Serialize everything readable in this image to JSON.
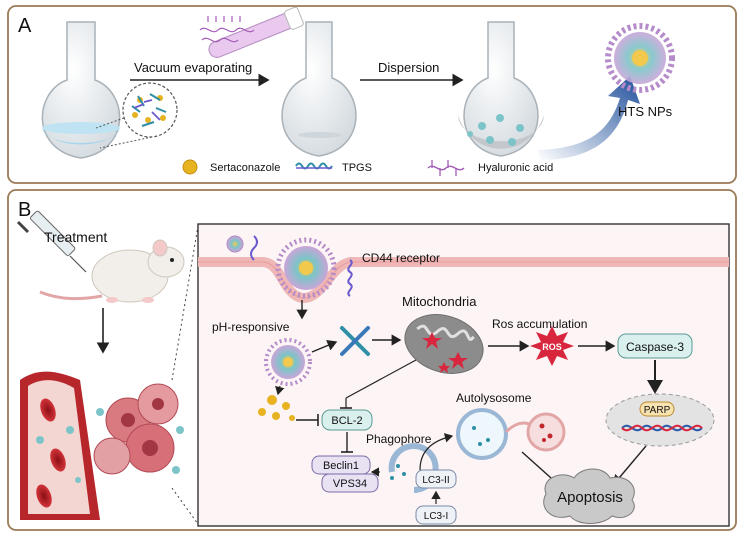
{
  "panel_a": {
    "letter": "A",
    "step1_label": "Vacuum evaporating",
    "step2_label": "Dispersion",
    "product_label": "HTS NPs",
    "legend": {
      "item1": "Sertaconazole",
      "item2": "TPGS",
      "item3": "Hyaluronic acid"
    }
  },
  "panel_b": {
    "letter": "B",
    "treatment_label": "Treatment",
    "cd44_label": "CD44 receptor",
    "ph_label": "pH-responsive",
    "mito_label": "Mitochondria",
    "ros_acc_label": "Ros accumulation",
    "ros_badge": "ROS",
    "caspase_label": "Caspase-3",
    "parp_label": "PARP",
    "bcl2_label": "BCL-2",
    "autolysosome_label": "Autolysosome",
    "phagophore_label": "Phagophore",
    "beclin_label": "Beclin1",
    "vps_label": "VPS34",
    "lc3ii_label": "LC3-II",
    "lc3i_label": "LC3-I",
    "apoptosis_label": "Apoptosis"
  },
  "colors": {
    "frame": "#9b7a55",
    "membrane": "#f2b8b8",
    "cell_bg": "#fdf3f3",
    "mito": "#9a9a9a",
    "ros": "#d7263d",
    "teal_box": "#d9f0ee",
    "gold": "#e7b321",
    "blood": "#c0272d",
    "cloud": "#8f8f8f",
    "arrow_blue": "#2b5aa8"
  }
}
